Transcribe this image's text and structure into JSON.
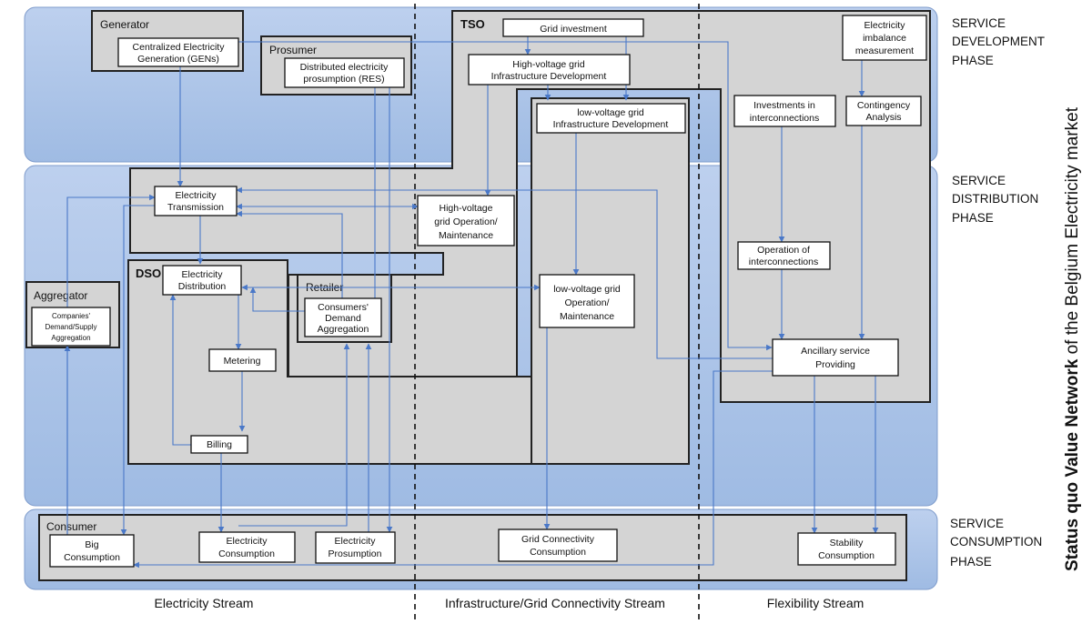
{
  "title": {
    "bold": "Status quo Value Network",
    "rest": " of the Belgium Electricity market"
  },
  "phases": {
    "development": [
      "SERVICE",
      "DEVELOPMENT",
      "PHASE"
    ],
    "distribution": [
      "SERVICE",
      "DISTRIBUTION",
      "PHASE"
    ],
    "consumption": [
      "SERVICE",
      "CONSUMPTION",
      "PHASE"
    ]
  },
  "streams": {
    "electricity": "Electricity Stream",
    "infrastructure": "Infrastructure/Grid Connectivity Stream",
    "flexibility": "Flexibility Stream"
  },
  "regions": {
    "generator": "Generator",
    "prosumer": "Prosumer",
    "tso": "TSO",
    "dso": "DSO",
    "retailer": "Retailer",
    "aggregator": "Aggregator",
    "consumer": "Consumer"
  },
  "nodes": {
    "gens": [
      "Centralized Electricity",
      "Generation (GENs)"
    ],
    "res": [
      "Distributed electricity",
      "prosumption (RES)"
    ],
    "grid_investment": [
      "Grid investment"
    ],
    "hv_dev": [
      "High-voltage grid",
      "Infrastructure Development"
    ],
    "lv_dev": [
      "low-voltage grid",
      "Infrastructure Development"
    ],
    "imbalance": [
      "Electricity",
      "imbalance",
      "measurement"
    ],
    "interconn_inv": [
      "Investments in",
      "interconnections"
    ],
    "contingency": [
      "Contingency",
      "Analysis"
    ],
    "transmission": [
      "Electricity",
      "Transmission"
    ],
    "hv_op": [
      "High-voltage",
      "grid Operation/",
      "Maintenance"
    ],
    "interconn_op": [
      "Operation of",
      "interconnections"
    ],
    "distribution": [
      "Electricity",
      "Distribution"
    ],
    "demand_agg": [
      "Consumers'",
      "Demand",
      "Aggregation"
    ],
    "lv_op": [
      "low-voltage grid",
      "Operation/",
      "Maintenance"
    ],
    "companies_agg": [
      "Companies'",
      "Demand/Supply",
      "Aggregation"
    ],
    "ancillary": [
      "Ancillary service",
      "Providing"
    ],
    "metering": [
      "Metering"
    ],
    "billing": [
      "Billing"
    ],
    "big_consumption": [
      "Big",
      "Consumption"
    ],
    "elec_consumption": [
      "Electricity",
      "Consumption"
    ],
    "elec_prosumption": [
      "Electricity",
      "Prosumption"
    ],
    "grid_consumption": [
      "Grid Connectivity",
      "Consumption"
    ],
    "stability": [
      "Stability",
      "Consumption"
    ]
  },
  "colors": {
    "band": "#a9c2e6",
    "region": "#d4d4d4",
    "arrow": "#4a78c8"
  }
}
